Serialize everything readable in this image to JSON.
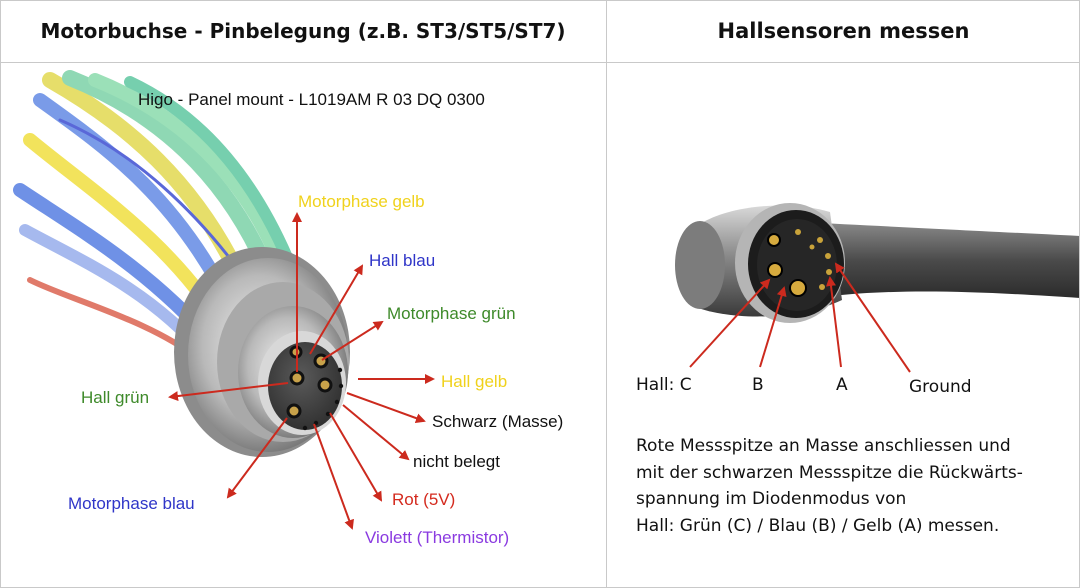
{
  "header": {
    "left_title": "Motorbuchse - Pinbelegung (z.B. ST3/ST5/ST7)",
    "right_title": "Hallsensoren messen"
  },
  "left_panel": {
    "connector_model": "Higo - Panel mount - L1019AM R 03 DQ 0300",
    "labels": {
      "motorphase_gelb": "Motorphase gelb",
      "hall_blau": "Hall blau",
      "motorphase_gruen": "Motorphase grün",
      "hall_gelb": "Hall gelb",
      "hall_gruen": "Hall grün",
      "schwarz_masse": "Schwarz (Masse)",
      "nicht_belegt": "nicht belegt",
      "rot_5v": "Rot (5V)",
      "violett_thermistor": "Violett (Thermistor)",
      "motorphase_blau": "Motorphase blau"
    }
  },
  "right_panel": {
    "labels": {
      "hall_c": "Hall: C",
      "b": "B",
      "a": "A",
      "ground": "Ground"
    },
    "description": [
      "Rote Messspitze an Masse anschliessen und",
      "mit der schwarzen Messspitze die Rückwärts-",
      "spannung im Diodenmodus von",
      "Hall: Grün (C) / Blau (B) / Gelb (A) messen."
    ]
  },
  "colors": {
    "arrow": "#cc2a1e",
    "yellow_label": "#f0d21c",
    "blue_label": "#2f35c8",
    "green_label": "#3e8a2a",
    "red_label": "#d42a1e",
    "violet_label": "#8a3ae0"
  }
}
